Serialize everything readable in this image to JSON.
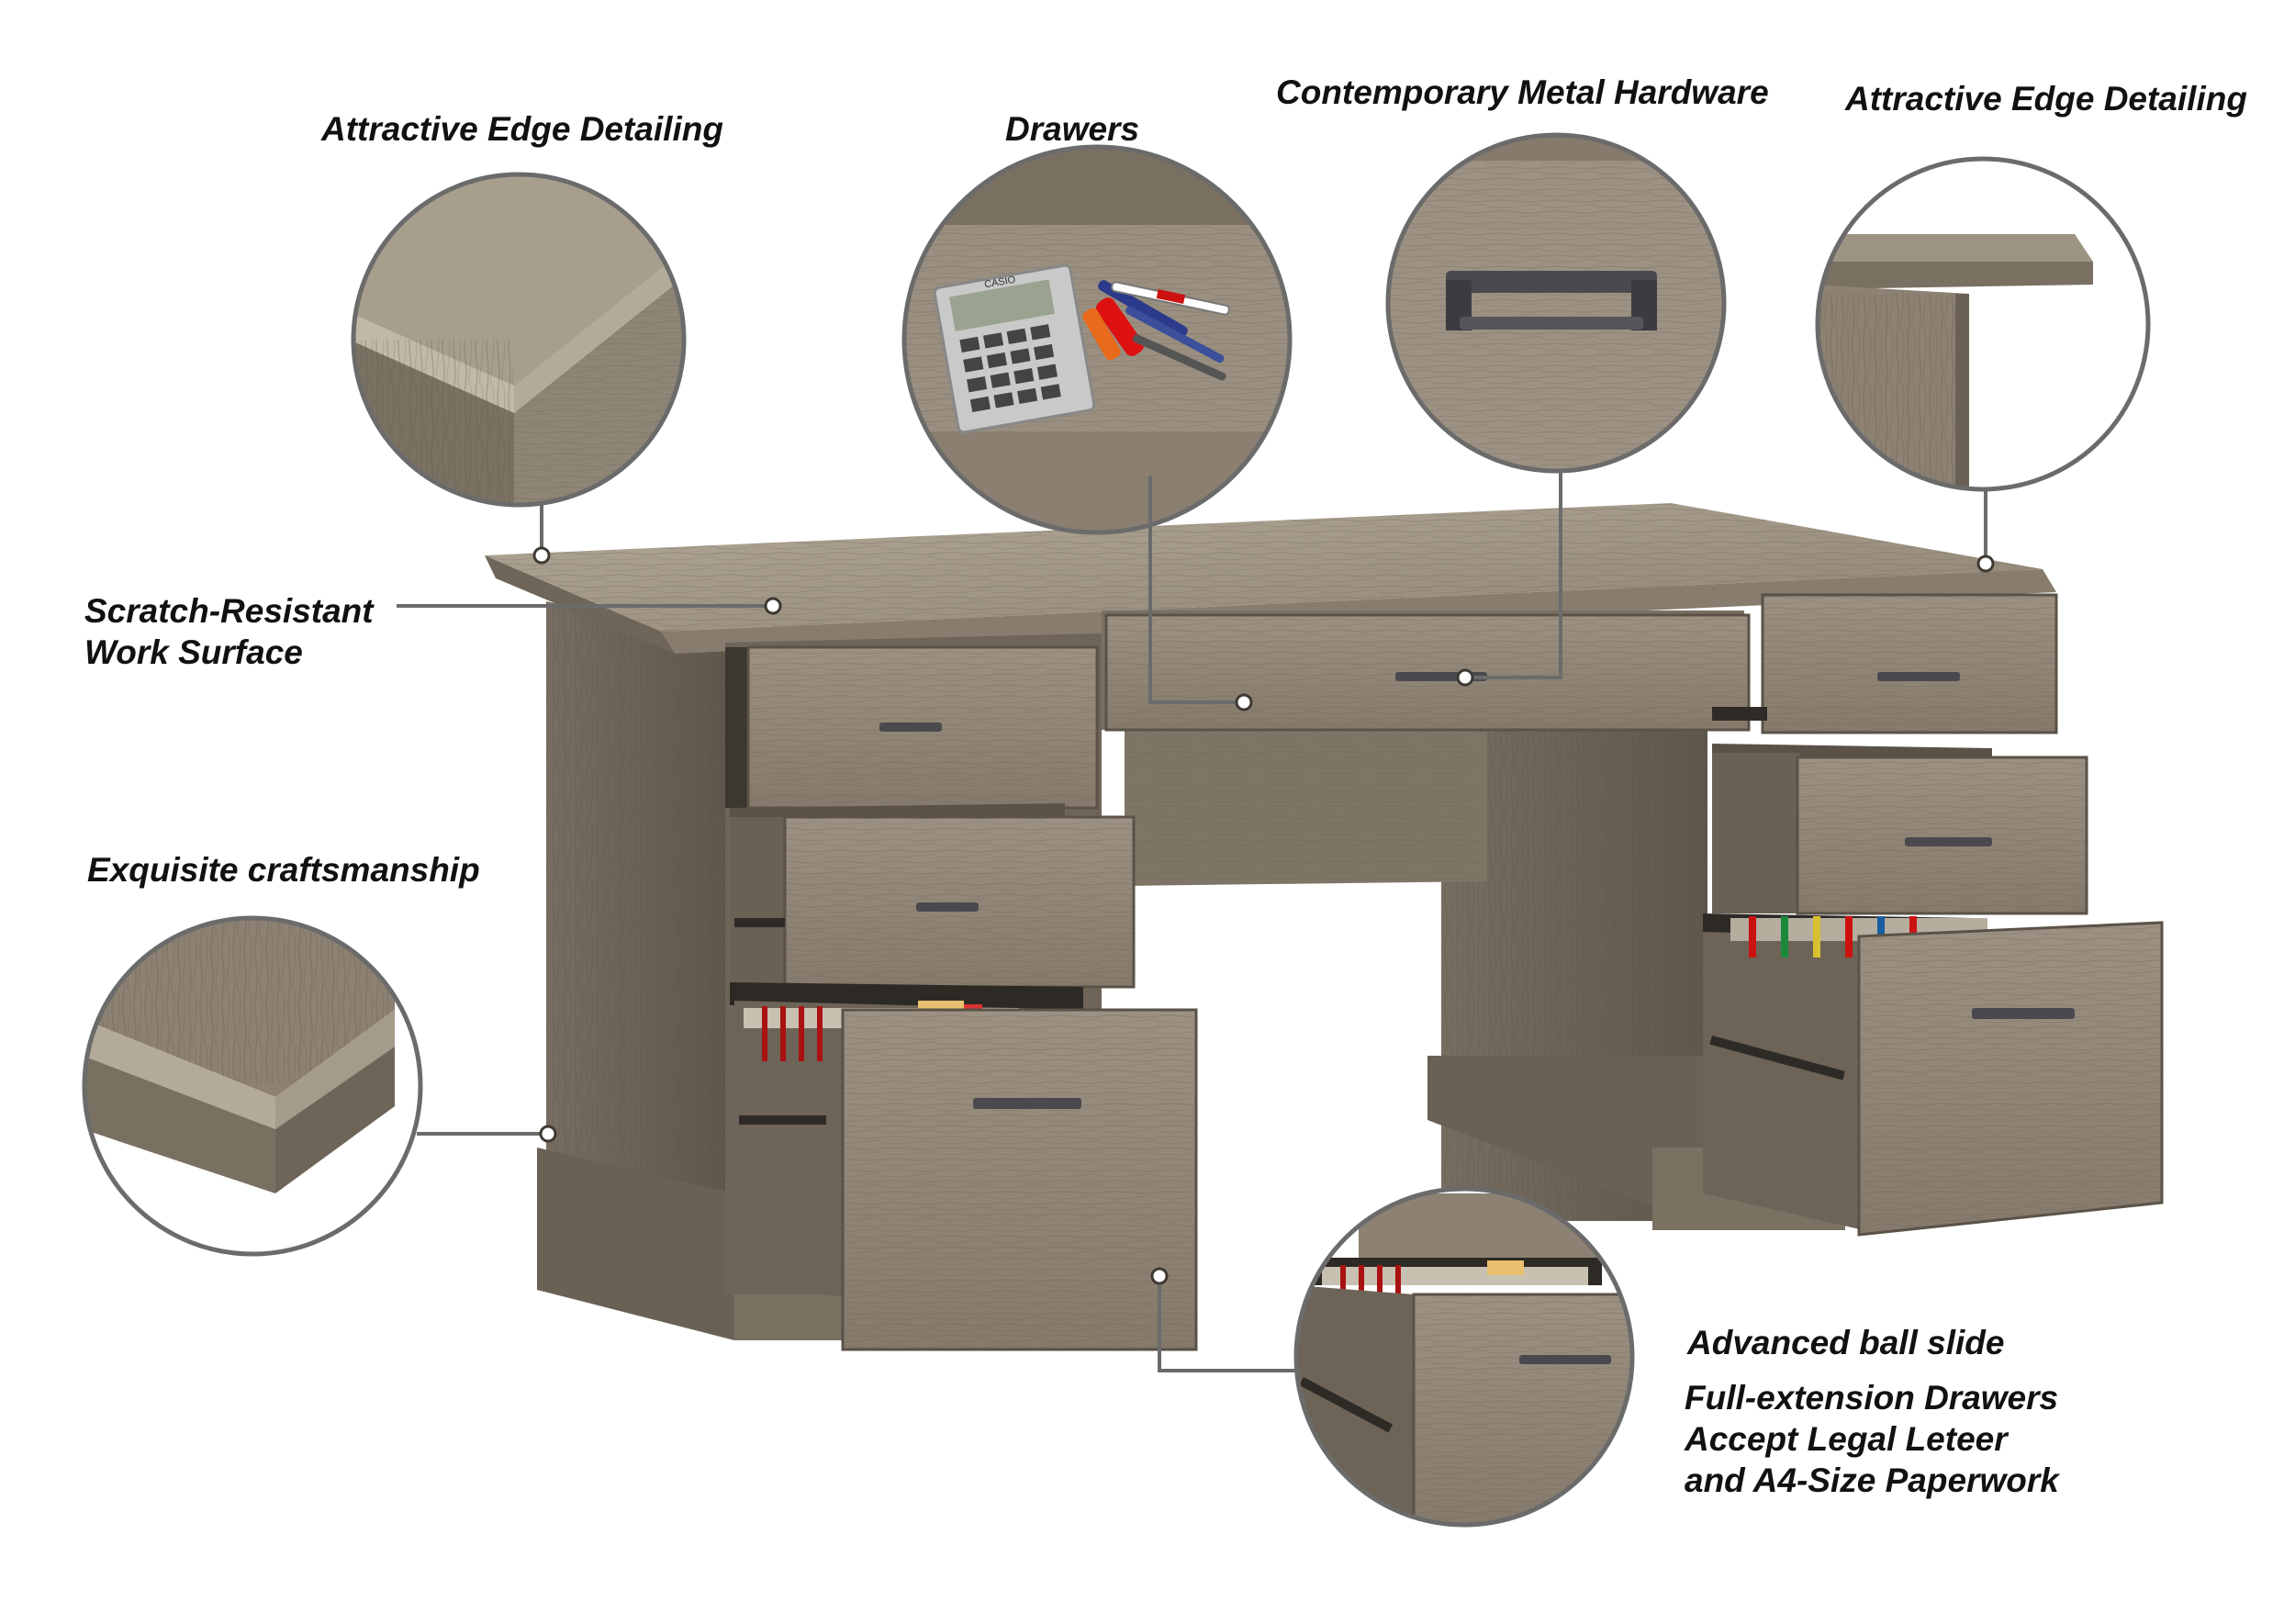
{
  "callouts": {
    "edge_left": "Attractive Edge Detailing",
    "drawers": "Drawers",
    "metal_hardware": "Contemporary Metal Hardware",
    "edge_right": "Attractive Edge Detailing",
    "work_surface_line1": "Scratch-Resistant",
    "work_surface_line2": "Work Surface",
    "craftsmanship": "Exquisite craftsmanship",
    "ball_slide": "Advanced ball slide",
    "full_ext_line1": "Full-extension Drawers",
    "full_ext_line2": "Accept Legal Leteer",
    "full_ext_line3": "and A4-Size Paperwork"
  },
  "calculator": {
    "brand": "CASIO"
  },
  "colors": {
    "wood_light": "#a59a8c",
    "wood_mid": "#8c8172",
    "wood_dark": "#5d554b",
    "wood_shadow": "#3e3932",
    "hardware": "#4a4a4e",
    "ring": "#6b6b6b",
    "leader": "#6b6b6b",
    "text": "#111111"
  }
}
